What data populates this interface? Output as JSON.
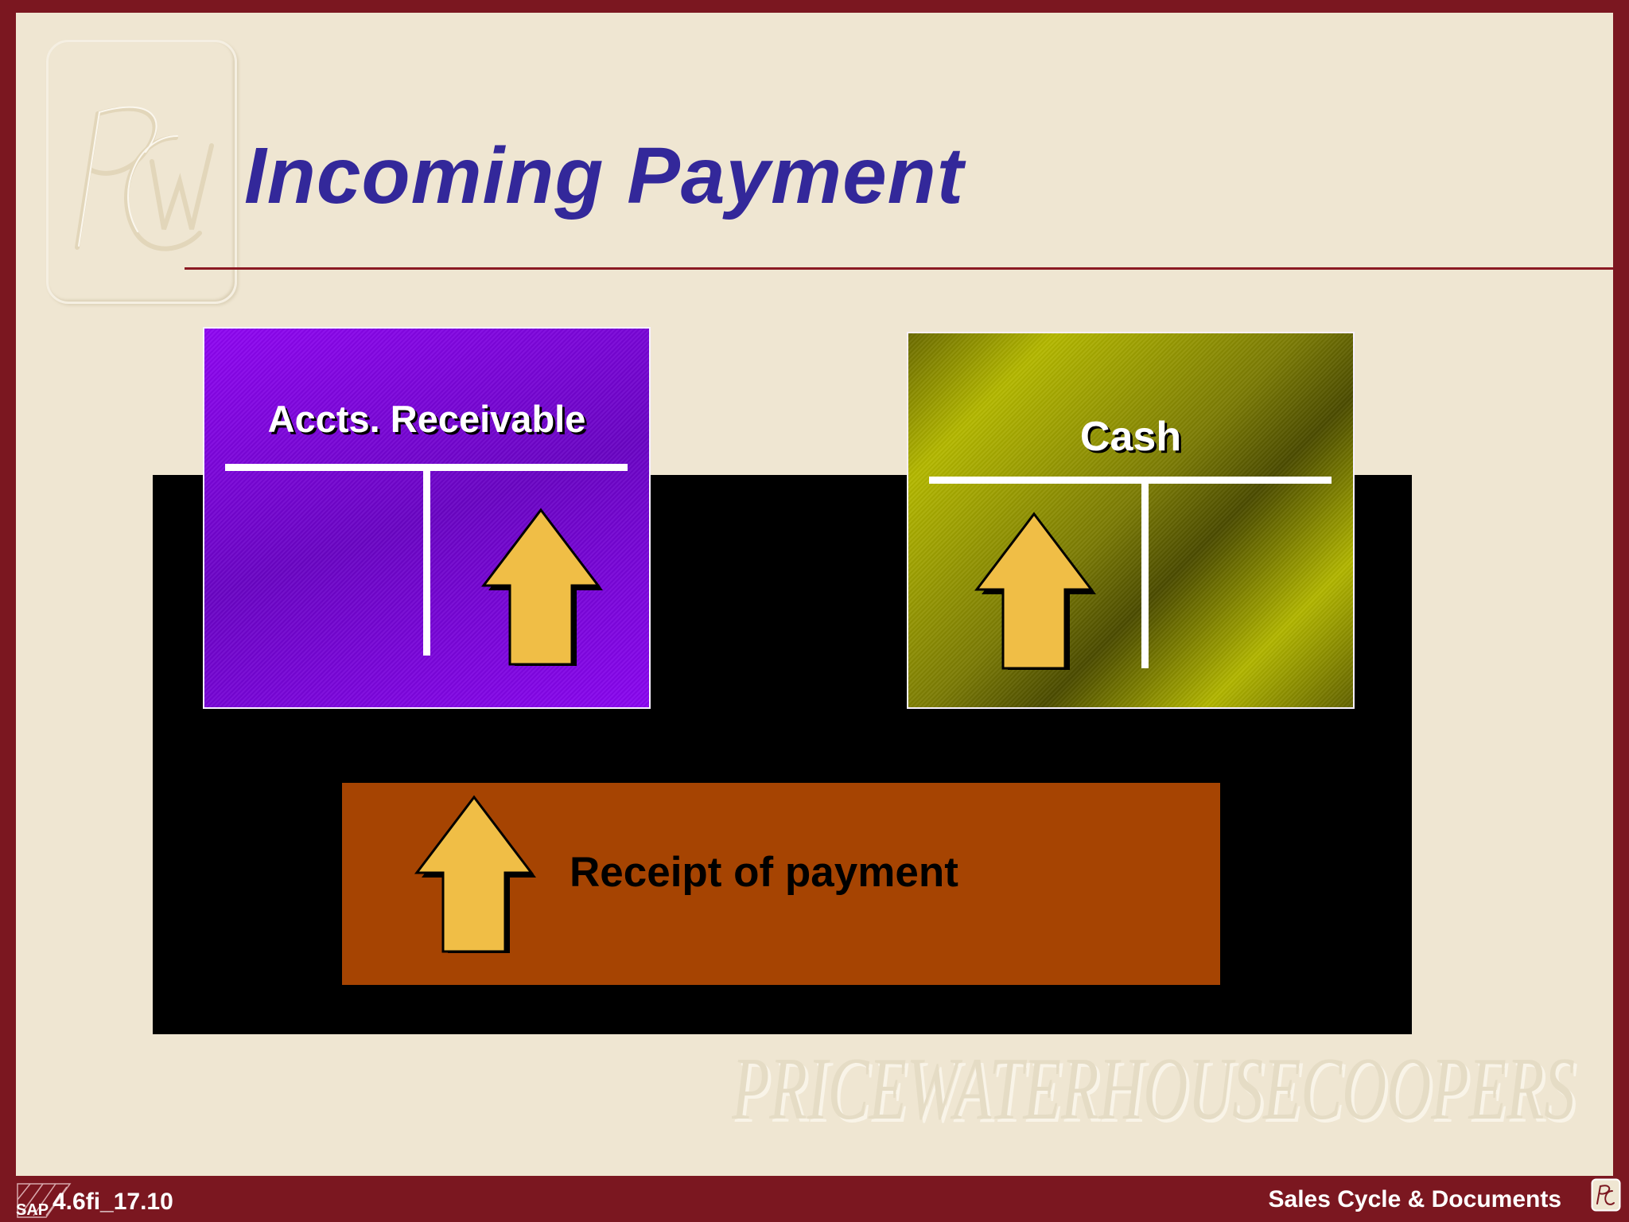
{
  "slide": {
    "title": "Incoming Payment",
    "brand_watermark": "PRICEWATERHOUSECOOPERS",
    "logo_monogram": "PwC"
  },
  "diagram": {
    "accounts": [
      {
        "name": "Accts. Receivable",
        "increase_side": "credit",
        "color": "#7a05dc"
      },
      {
        "name": "Cash",
        "increase_side": "debit",
        "color": "#9a9c00"
      }
    ],
    "transaction": {
      "label": "Receipt of payment",
      "direction": "increase",
      "color": "#a64402"
    },
    "arrow_color": "#f0be46"
  },
  "footer": {
    "sap_label": "SAP",
    "doc_code": "4.6fi_17.10",
    "section_title": "Sales Cycle & Documents",
    "frame_color": "#7b1720"
  }
}
